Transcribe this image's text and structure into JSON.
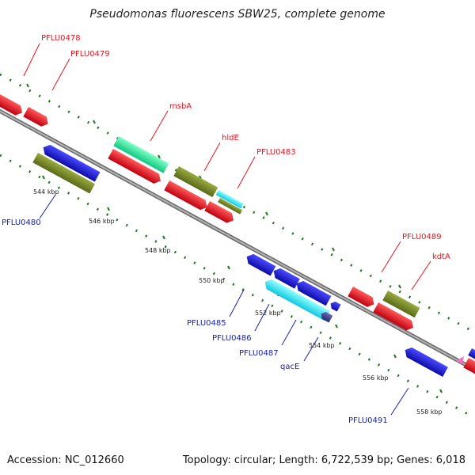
{
  "title": "Pseudomonas fluorescens SBW25, complete genome",
  "footer": {
    "accession": "Accession: NC_012660",
    "summary": "Topology: circular; Length: 6,722,539 bp; Genes: 6,018"
  },
  "colors": {
    "red": "#e8141e",
    "blue": "#1a1ad6",
    "olive": "#7a8a2a",
    "mint": "#33eea0",
    "cyan": "#2ae0f0",
    "navy": "#3a3a8a",
    "pink": "#f070c0",
    "tick": "#1e7a1e",
    "backbone": "#8c8c8c"
  },
  "kbp_labels": [
    "544 kbp",
    "546 kbp",
    "548 kbp",
    "550 kbp",
    "552 kbp",
    "554 kbp",
    "556 kbp",
    "558 kbp"
  ],
  "gene_labels_forward": [
    "PFLU0478",
    "PFLU0479",
    "msbA",
    "hldE",
    "PFLU0483",
    "PFLU0489",
    "kdtA"
  ],
  "gene_labels_reverse": [
    "PFLU0480",
    "PFLU0485",
    "PFLU0486",
    "PFLU0487",
    "qacE",
    "PFLU0491"
  ]
}
